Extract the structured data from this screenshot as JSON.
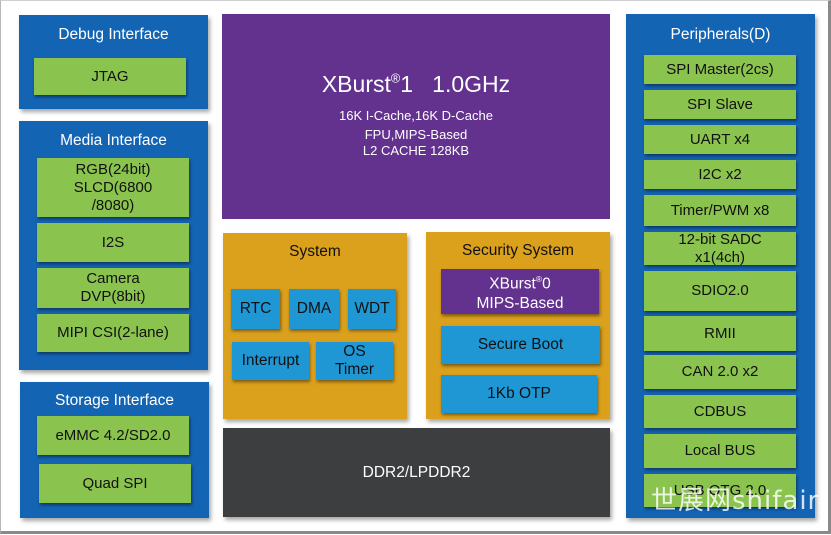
{
  "debug": {
    "title": "Debug Interface",
    "items": [
      "JTAG"
    ]
  },
  "media": {
    "title": "Media Interface",
    "items": [
      "RGB(24bit)\nSLCD(6800\n/8080)",
      "I2S",
      "Camera\nDVP(8bit)",
      "MIPI CSI(2-lane)"
    ]
  },
  "storage": {
    "title": "Storage Interface",
    "items": [
      "eMMC 4.2/SD2.0",
      "Quad SPI"
    ]
  },
  "cpu": {
    "name": "XBurst",
    "reg": "®",
    "version": "1",
    "freq": "1.0GHz",
    "details": [
      "16K I-Cache,16K D-Cache",
      "FPU,MIPS-Based",
      "L2 CACHE 128KB"
    ]
  },
  "system": {
    "title": "System",
    "row1": [
      "RTC",
      "DMA",
      "WDT"
    ],
    "row2": [
      "Interrupt",
      "OS\nTimer"
    ]
  },
  "security": {
    "title": "Security System",
    "core_name": "XBurst",
    "core_reg": "®",
    "core_version": "0",
    "core_sub": "MIPS-Based",
    "items": [
      "Secure Boot",
      "1Kb OTP"
    ]
  },
  "memory": {
    "label": "DDR2/LPDDR2"
  },
  "peripherals": {
    "title": "Peripherals(D)",
    "items": [
      "SPI Master(2cs)",
      "SPI Slave",
      "UART x4",
      "I2C x2",
      "Timer/PWM x8",
      "12-bit SADC\nx1(4ch)",
      "SDIO2.0",
      "RMII",
      "CAN 2.0 x2",
      "CDBUS",
      "Local BUS",
      "USB OTG 2.0"
    ]
  },
  "watermark": "世展网shifair",
  "colors": {
    "panel_blue": "#1464b4",
    "block_green": "#8bc34f",
    "cpu_purple": "#63318e",
    "system_orange": "#dba01c",
    "block_cyan": "#1e97d4",
    "ddr_gray": "#3d3e40"
  }
}
